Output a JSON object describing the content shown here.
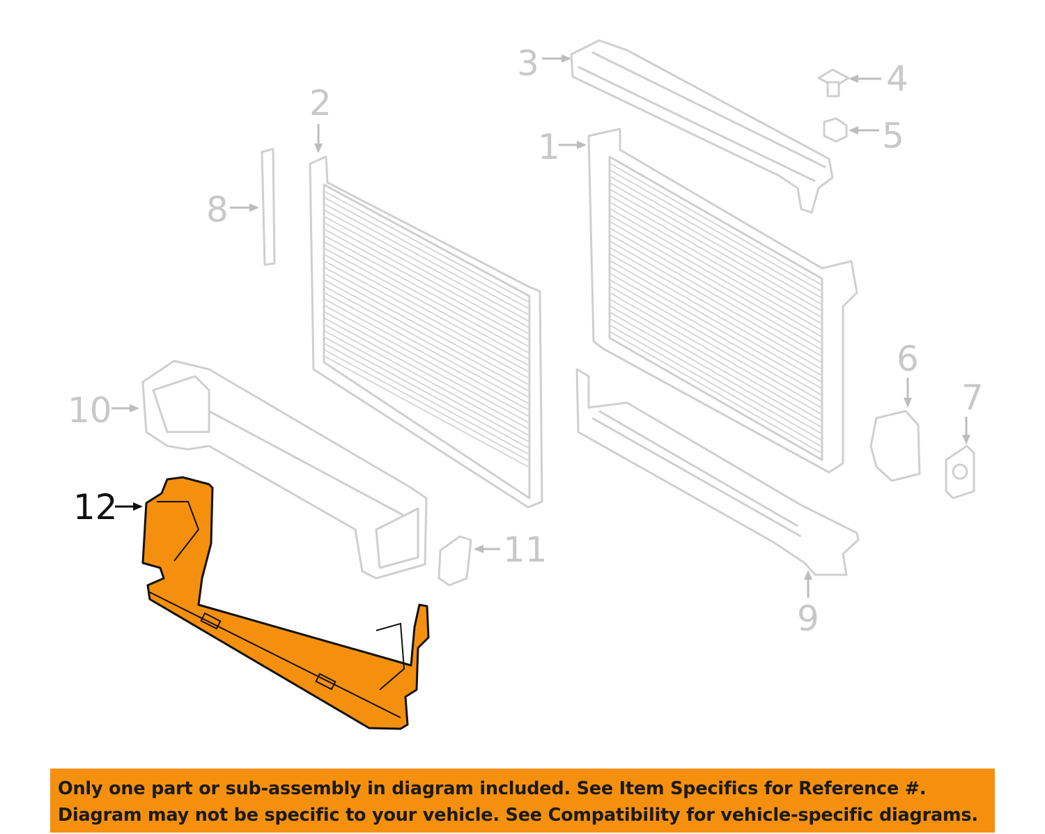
{
  "diagram": {
    "callouts": [
      "1",
      "2",
      "3",
      "4",
      "5",
      "6",
      "7",
      "8",
      "9",
      "10",
      "11",
      "12"
    ],
    "highlighted_part": "12",
    "highlight_color": "#f5900f",
    "inactive_color": "#c8c8c8"
  },
  "notice": {
    "line1": "Only one part or sub-assembly in diagram included. See Item Specifics for Reference #.",
    "line2": "Diagram may not be specific to your vehicle. See Compatibility for vehicle-specific diagrams.",
    "background": "#f5900f"
  }
}
